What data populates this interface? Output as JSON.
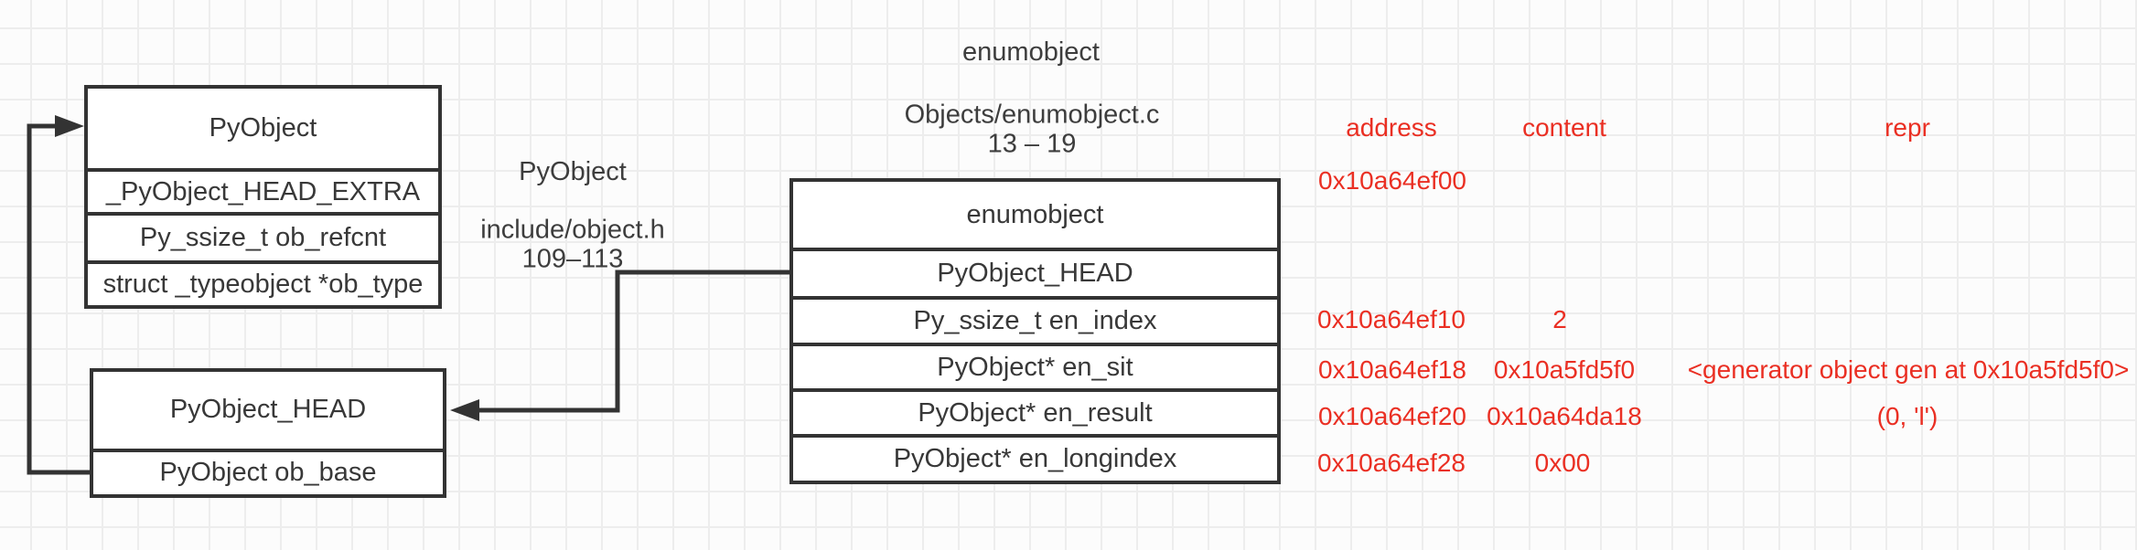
{
  "structs": {
    "pyobject": {
      "title": "PyObject",
      "fields": [
        "_PyObject_HEAD_EXTRA",
        "Py_ssize_t ob_refcnt",
        "struct _typeobject *ob_type"
      ]
    },
    "pyobject_head": {
      "title": "PyObject_HEAD",
      "fields": [
        "PyObject ob_base"
      ]
    },
    "enumobject": {
      "title": "enumobject",
      "fields": [
        "PyObject_HEAD",
        "Py_ssize_t en_index",
        "PyObject* en_sit",
        "PyObject* en_result",
        "PyObject* en_longindex"
      ]
    }
  },
  "annotations": {
    "enumobject_label": "enumobject",
    "enumobject_source": "Objects/enumobject.c",
    "enumobject_lines": "13 – 19",
    "pyobject_label": "PyObject",
    "pyobject_source": "include/object.h",
    "pyobject_lines": "109–113"
  },
  "memory": {
    "headers": {
      "address": "address",
      "content": "content",
      "repr": "repr"
    },
    "rows": [
      {
        "address": "0x10a64ef00",
        "content": "",
        "repr": ""
      },
      {
        "address": "0x10a64ef10",
        "content": "2",
        "repr": ""
      },
      {
        "address": "0x10a64ef18",
        "content": "0x10a5fd5f0",
        "repr": "<generator object gen at 0x10a5fd5f0>"
      },
      {
        "address": "0x10a64ef20",
        "content": "0x10a64da18",
        "repr": "(0, 'l')"
      },
      {
        "address": "0x10a64ef28",
        "content": "0x00",
        "repr": ""
      }
    ]
  },
  "colors": {
    "accent_red": "#ea2f23",
    "line_dark": "#333333"
  }
}
